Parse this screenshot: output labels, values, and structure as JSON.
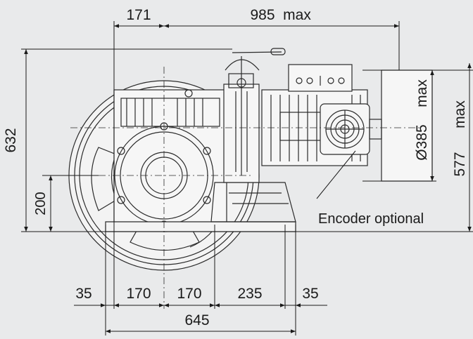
{
  "dimensions": {
    "top_left": "171",
    "top_right": "985",
    "top_right_suffix": "max",
    "height_left": "632",
    "axis_height": "200",
    "diameter": "Ø385",
    "diameter_suffix": "max",
    "right_height": "577",
    "right_height_suffix": "max",
    "bottom_segments": [
      "35",
      "170",
      "170",
      "235",
      "35"
    ],
    "bottom_total": "645"
  },
  "annotations": {
    "encoder": "Encoder optional"
  },
  "colors": {
    "background": "#e9eaeb",
    "line": "#1a1a1a",
    "drawing": "#2b2b2b"
  }
}
